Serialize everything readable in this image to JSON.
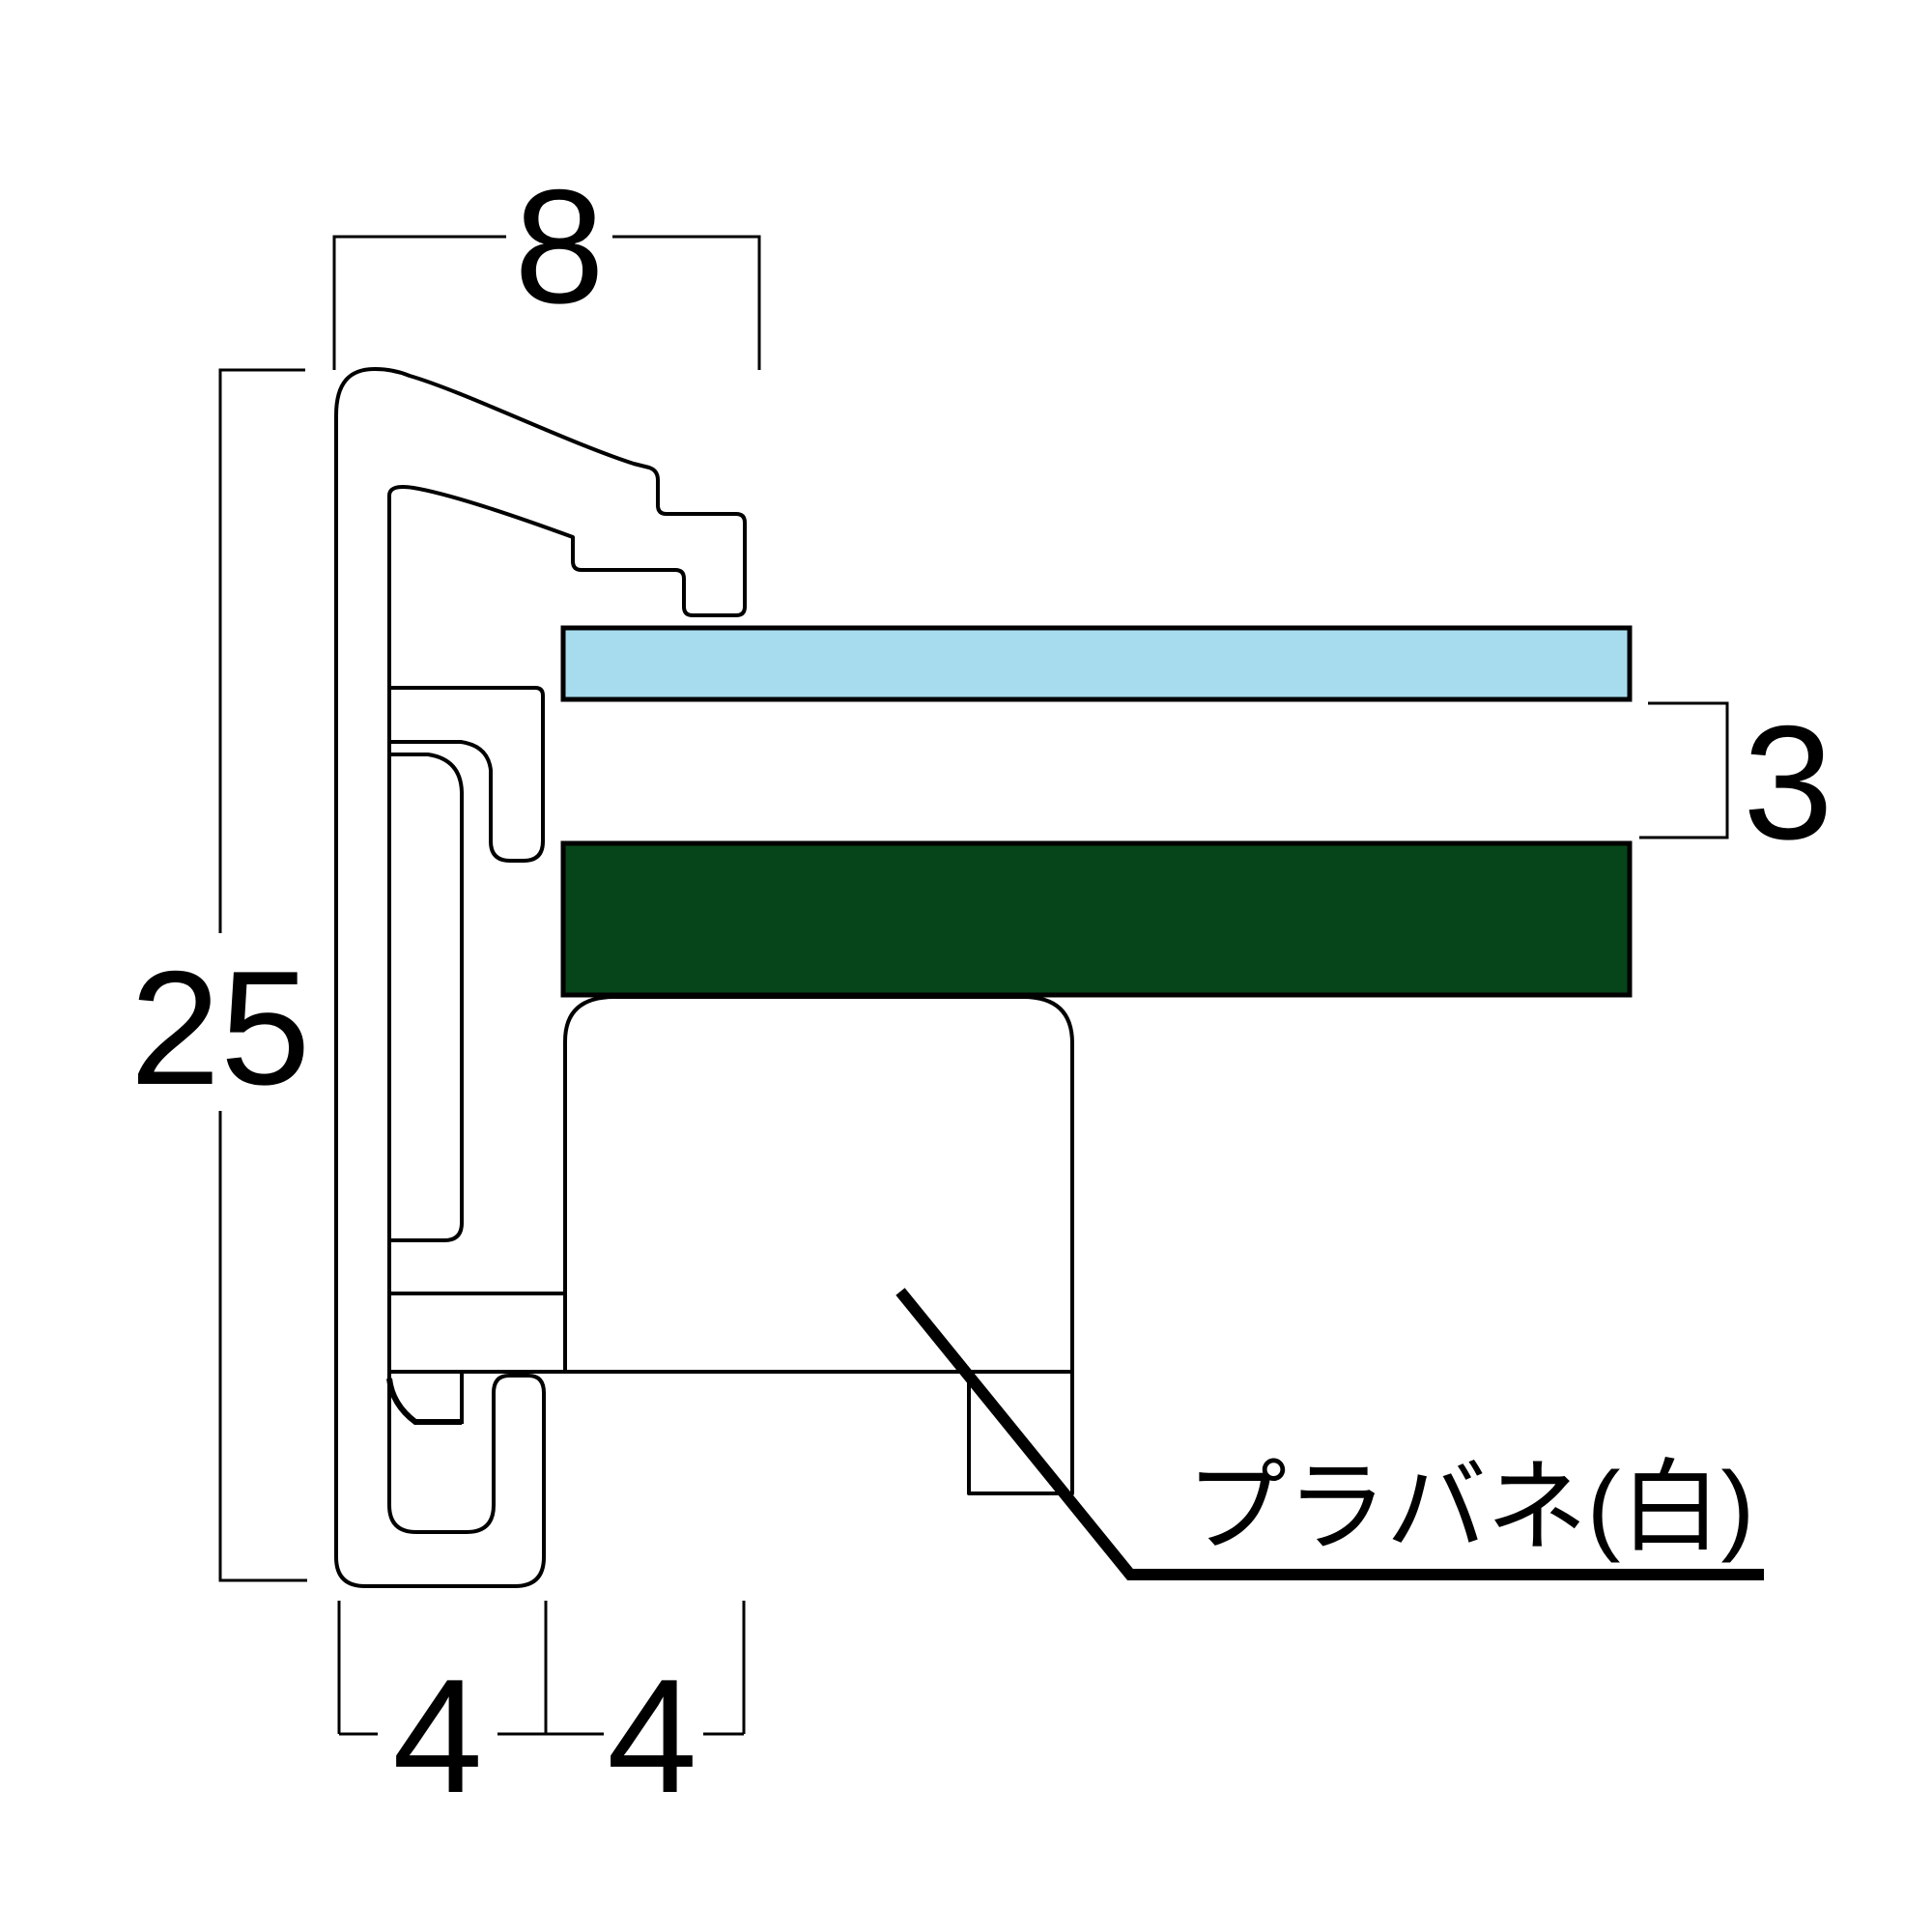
{
  "diagram": {
    "dimensions": {
      "top_width": "8",
      "left_height": "25",
      "right_thickness": "3",
      "bottom_left_width": "4",
      "bottom_right_width": "4"
    },
    "annotation": "プラバネ(白)",
    "colors": {
      "glazing_fill": "#A7DCEE",
      "mat_fill": "#064519",
      "line": "#000000",
      "background": "#FFFFFF"
    }
  }
}
